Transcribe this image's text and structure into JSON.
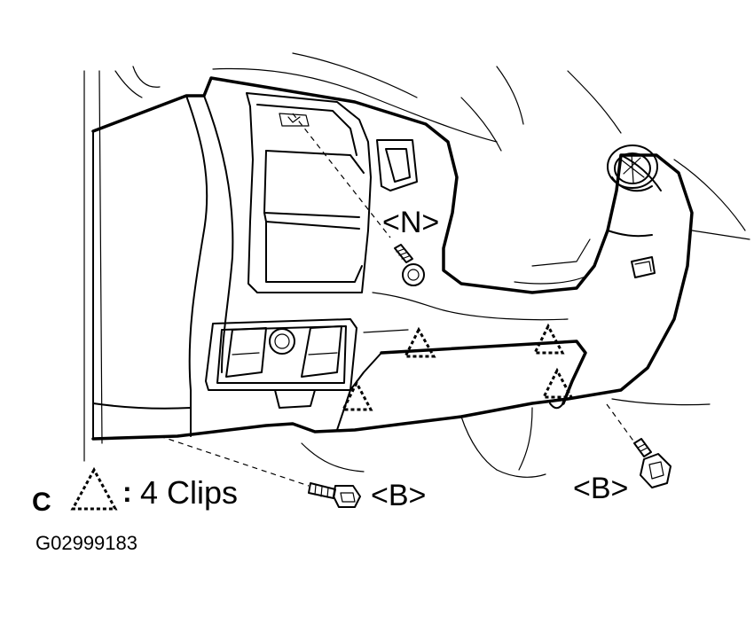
{
  "labels": {
    "callout_n": "<N>",
    "callout_b_left": "<B>",
    "callout_b_right": "<B>",
    "legend_letter": "C",
    "legend_colon": ":",
    "legend_text": "4 Clips",
    "figure_id": "G02999183"
  },
  "icons": {
    "clip": "dashed-triangle-icon",
    "bolt": "bolt-icon"
  }
}
